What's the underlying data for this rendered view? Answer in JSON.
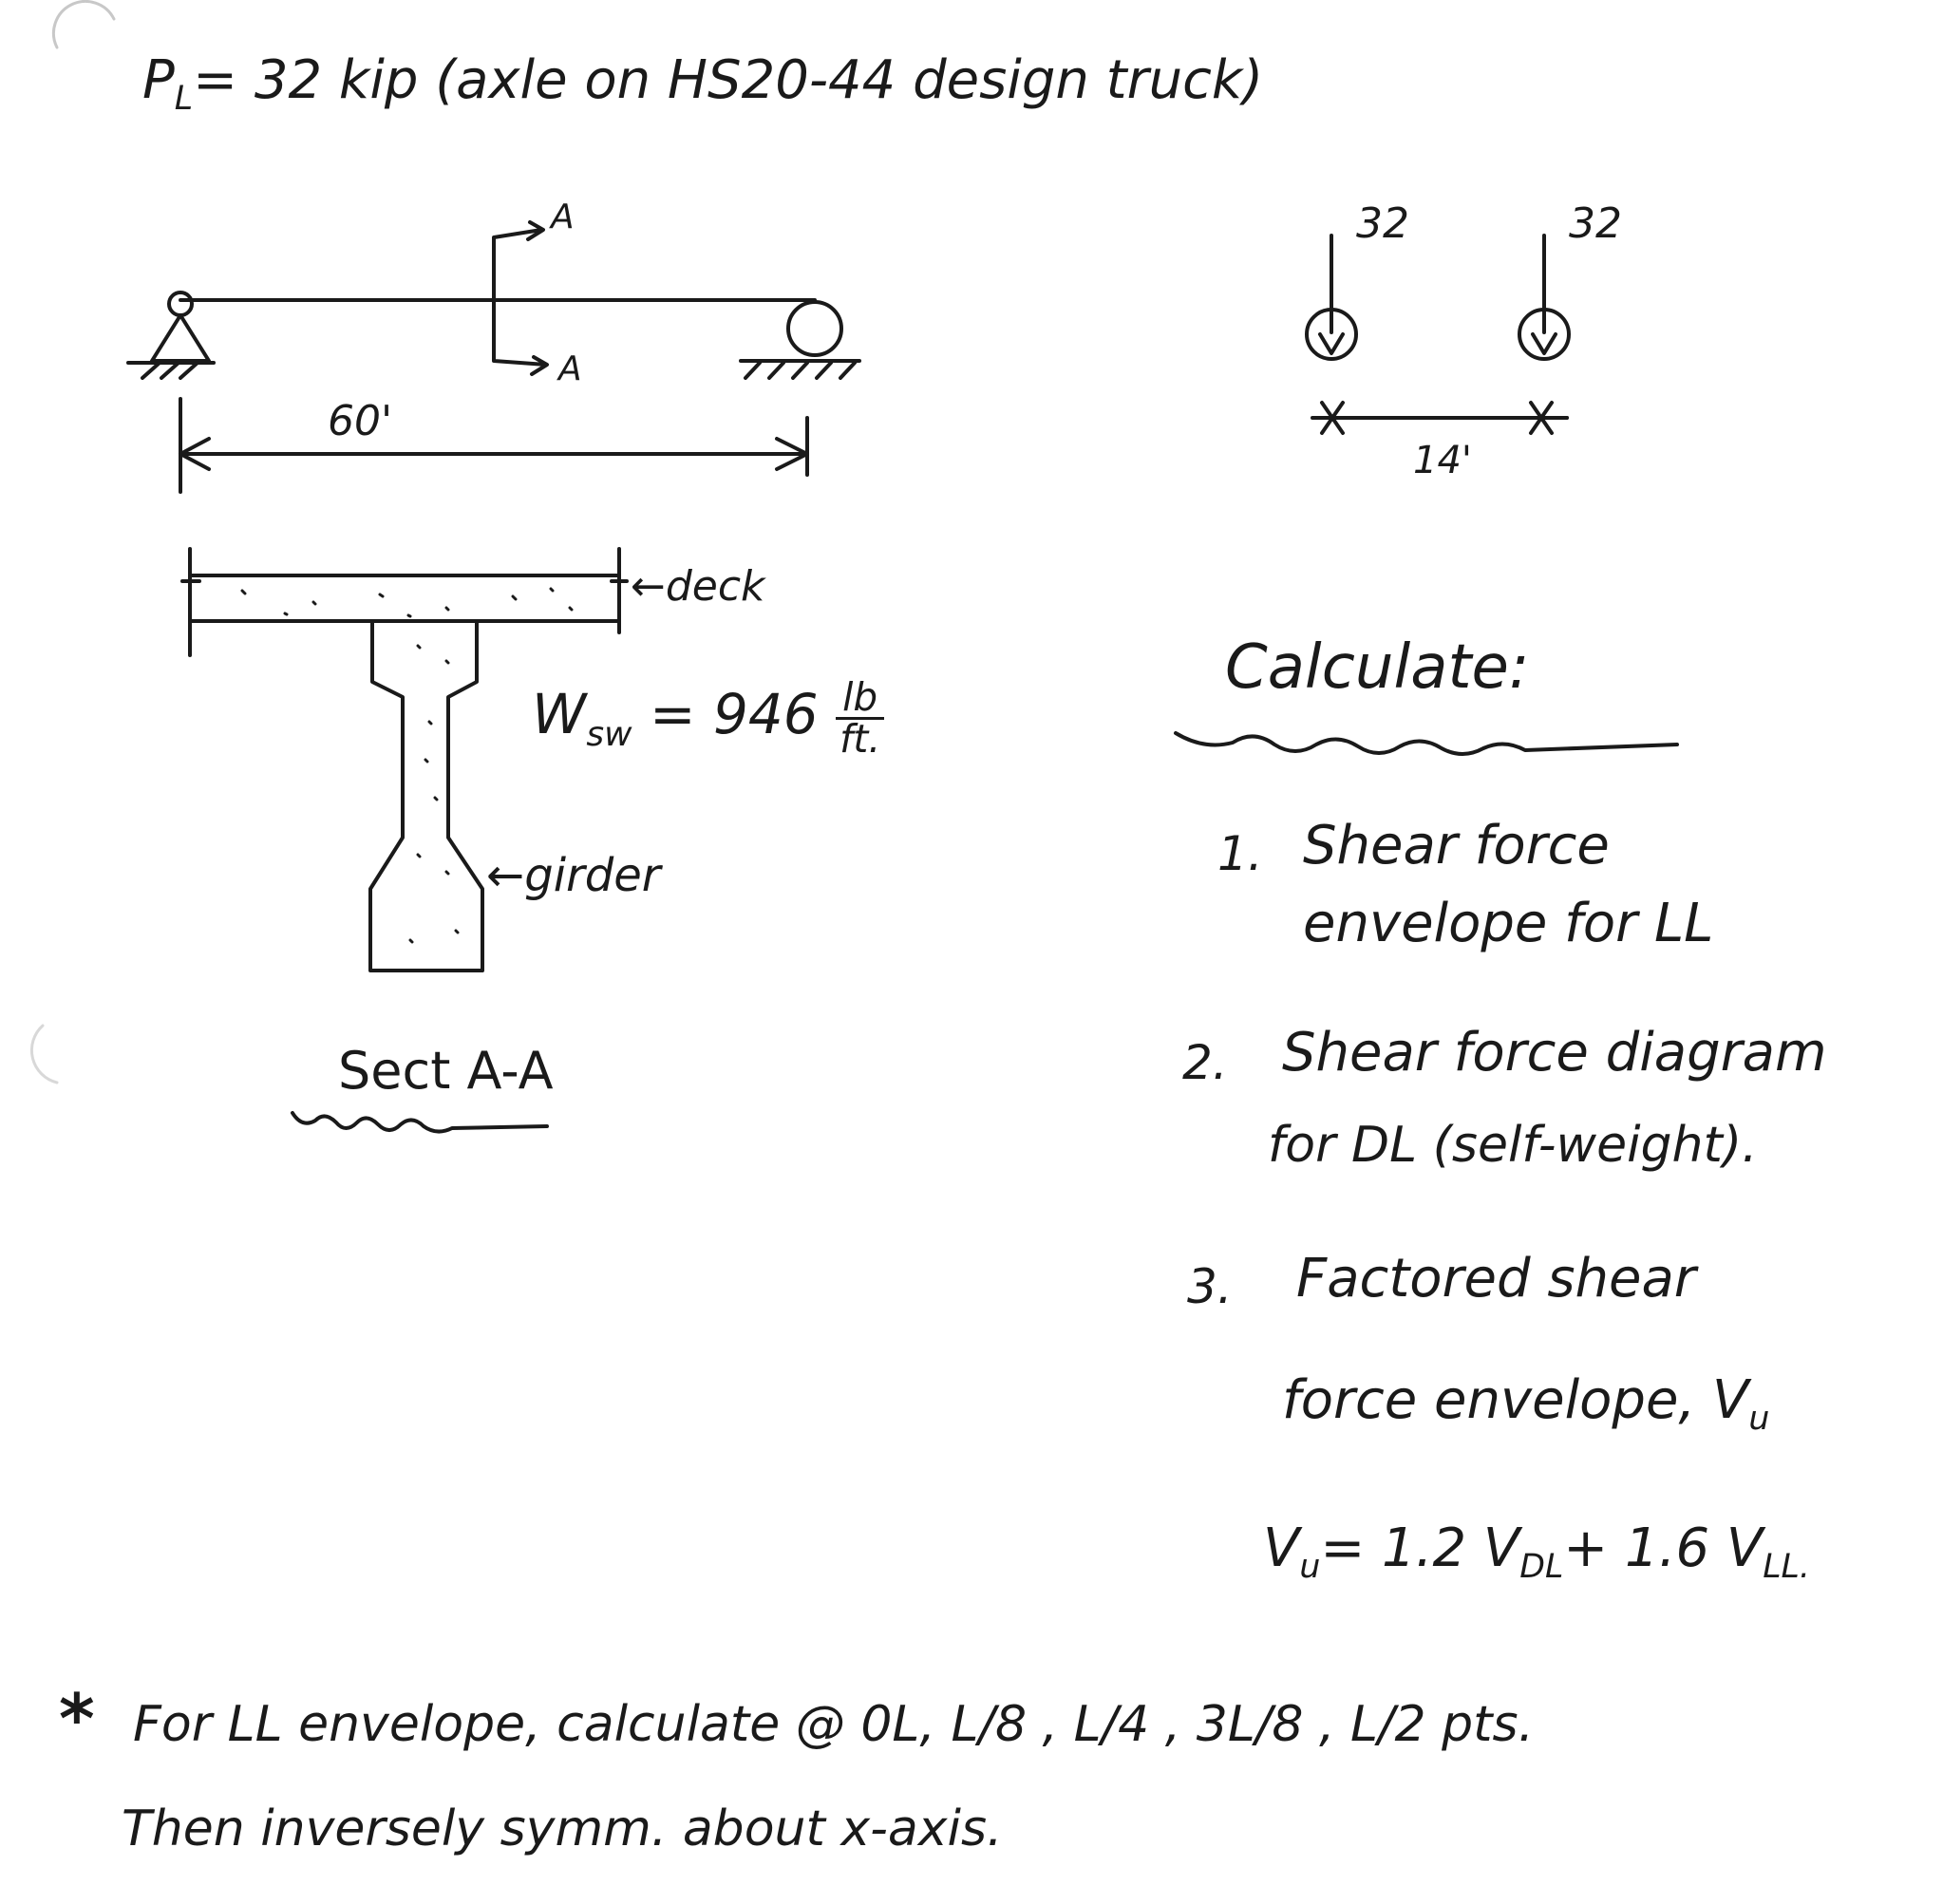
{
  "header": {
    "p_symbol": "P",
    "p_sub": "L",
    "text": "= 32 kip  (axle  on  HS20-44  design  truck)"
  },
  "beam": {
    "section_marker": "A",
    "span_label": "60'"
  },
  "axles": {
    "load_left": "32",
    "load_right": "32",
    "spacing_label": "14'"
  },
  "section": {
    "deck_label": "←deck",
    "girder_label": "←girder",
    "weight_symbol": "W",
    "weight_sub": "sw",
    "weight_value": "= 946",
    "unit_num": "lb",
    "unit_den": "ft.",
    "title": "Sect A-A"
  },
  "tasks": {
    "heading": "Calculate:",
    "items": [
      {
        "num": "1.",
        "line1": "Shear  force",
        "line2": "envelope  for  LL"
      },
      {
        "num": "2.",
        "line1": "Shear  force  diagram",
        "line2": "for  DL (self-weight)."
      },
      {
        "num": "3.",
        "line1": "Factored  shear",
        "line2": "force  envelope,  V",
        "line2_sub": "u"
      }
    ],
    "formula": {
      "lhs": "V",
      "lhs_sub": "u",
      "mid": "= 1.2 V",
      "dl_sub": "DL",
      "plus": "+  1.6 V",
      "ll_sub": "LL."
    }
  },
  "note": {
    "star": "*",
    "line1": "For  LL  envelope,  calculate  @  0L,  L/8 ,  L/4 ,  3L/8 ,  L/2  pts.",
    "line2": "Then  inversely  symm.  about  x-axis."
  },
  "colors": {
    "ink": "#1a1a1a",
    "paper": "#ffffff"
  }
}
